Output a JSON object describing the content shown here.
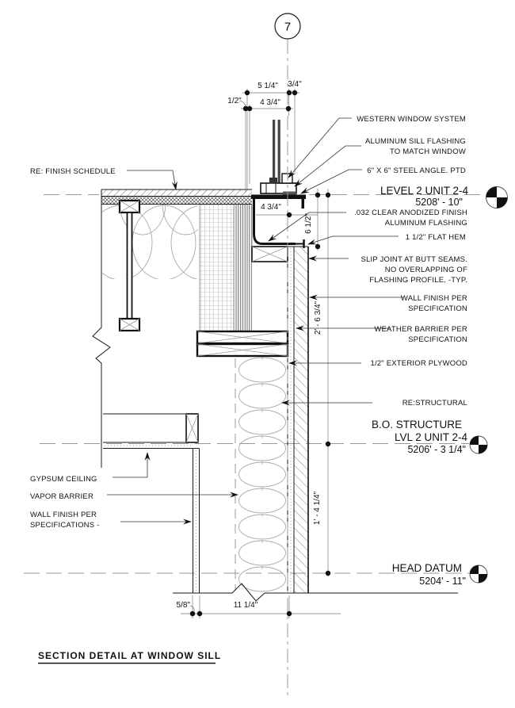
{
  "drawing": {
    "detail_number": "7",
    "title": "SECTION DETAIL AT WINDOW SILL"
  },
  "levels": {
    "l2_name": "LEVEL 2 UNIT 2-4",
    "l2_elev": "5208' - 10\"",
    "bo_name1": "B.O. STRUCTURE",
    "bo_name2": "LVL 2 UNIT 2-4",
    "bo_elev": "5206' - 3 1/4\"",
    "hd_name": "HEAD DATUM",
    "hd_elev": "5204' - 11\""
  },
  "dims": {
    "top_a": "5 1/4\"",
    "top_b": "3/4\"",
    "top_c": "1/2\"",
    "top_d": "4 3/4\"",
    "sill_offset": "4 3/4\"",
    "flashing_height": "6 1/2\"",
    "upper_wall": "2' - 6 3/4\"",
    "lower_wall": "1' - 4 1/4\"",
    "gyp": "5/8\"",
    "stud_wall": "11 1/4\""
  },
  "labels": {
    "re_finish_schedule": "RE: FINISH SCHEDULE",
    "western_window": "WESTERN WINDOW SYSTEM",
    "alum_sill_1": "ALUMINUM SILL FLASHING",
    "alum_sill_2": "TO MATCH WINDOW",
    "steel_angle": "6\" X 6\" STEEL ANGLE. PTD",
    "anodized_1": ".032 CLEAR ANODIZED FINISH",
    "anodized_2": "ALUMINUM FLASHING",
    "flat_hem": "1 1/2\" FLAT HEM",
    "slip_joint_1": "SLIP JOINT AT BUTT SEAMS.",
    "slip_joint_2": "NO OVERLAPPING OF",
    "slip_joint_3": "FLASHING PROFILE. -TYP.",
    "wall_finish_1": "WALL FINISH PER",
    "wall_finish_2": "SPECIFICATION",
    "weather_1": "WEATHER BARRIER PER",
    "weather_2": "SPECIFICATION",
    "plywood": "1/2\" EXTERIOR PLYWOOD",
    "re_structural": "RE:STRUCTURAL",
    "gypsum_ceiling": "GYPSUM CEILING",
    "vapor_barrier": "VAPOR BARRIER",
    "wall_finish_spec_1": "WALL FINISH PER",
    "wall_finish_spec_2": "SPECIFICATIONS -"
  },
  "colors": {
    "line": "#1a1a1a",
    "reference": "#999999"
  }
}
